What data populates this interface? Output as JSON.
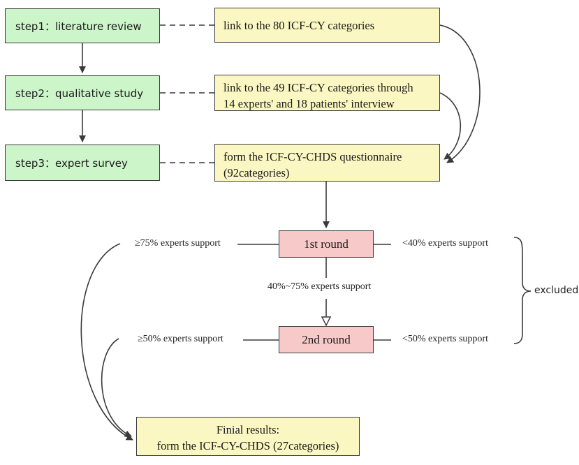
{
  "steps": {
    "step1": "step1：literature review",
    "step2": "step2：qualitative study",
    "step3": "step3：expert survey"
  },
  "links": {
    "link1": "link to the 80 ICF-CY categories",
    "link2_line1": "link to the 49 ICF-CY categories through",
    "link2_line2": "14 experts' and 18 patients' interview",
    "link3_line1": "form the ICF-CY-CHDS questionnaire",
    "link3_line2": "(92categories)"
  },
  "rounds": {
    "round1": "1st round",
    "round2": "2nd round"
  },
  "criteria": {
    "r1_left": "≥75% experts support",
    "r1_right": "<40% experts support",
    "r1_middle": "40%~75% experts support",
    "r2_left": "≥50% experts support",
    "r2_right": "<50% experts support",
    "excluded": "excluded"
  },
  "final": {
    "line1": "Finial results:",
    "line2": "form the ICF-CY-CHDS (27categories)"
  },
  "colors": {
    "step_fill": "#ccf5c9",
    "link_fill": "#fbf7c2",
    "round_fill": "#f7c9c9",
    "stroke": "#3a3a3a"
  }
}
